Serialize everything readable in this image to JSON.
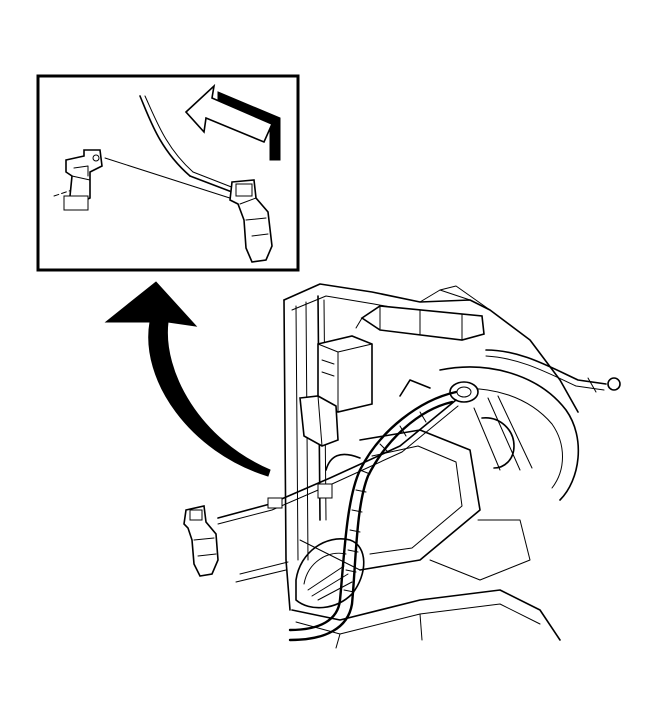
{
  "figure": {
    "ink_color": "#000000",
    "background_color": "#ffffff",
    "callout_count": 1,
    "parts": [
      "detail-callout-box",
      "direction-arrow-icon",
      "curved-callout-arrow-icon",
      "release-handle",
      "release-cable",
      "cable-end-fitting",
      "body-structure",
      "wiring-harness-conduit"
    ]
  }
}
